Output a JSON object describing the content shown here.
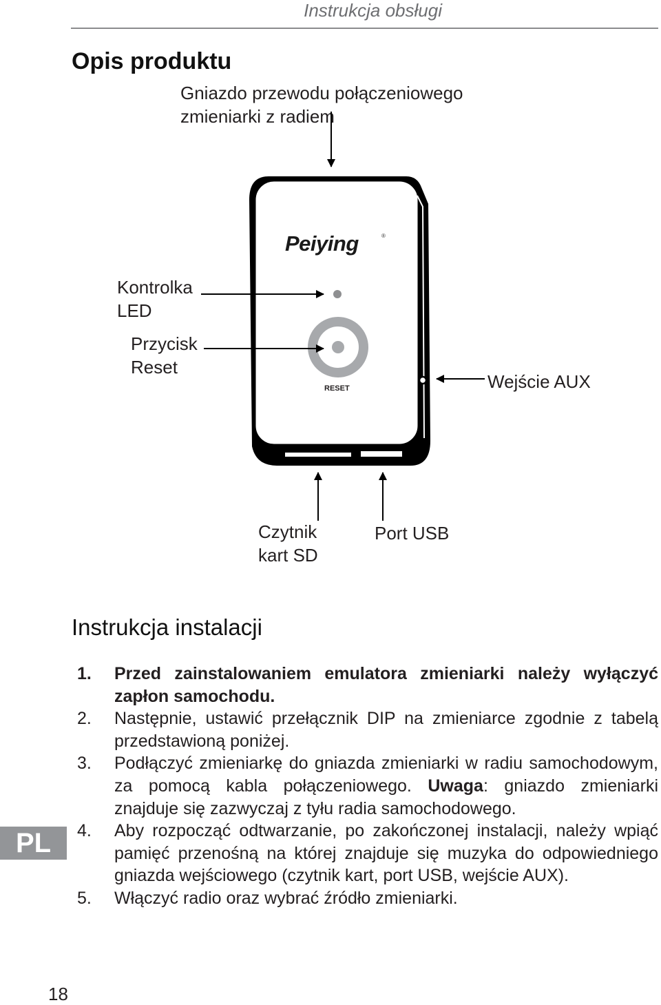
{
  "header": {
    "title": "Instrukcja obsługi"
  },
  "product": {
    "title": "Opis produktu",
    "callouts": {
      "changer_socket": [
        "Gniazdo przewodu połączeniowego",
        "zmieniarki z radiem"
      ],
      "led": [
        "Kontrolka",
        "LED"
      ],
      "reset": [
        "Przycisk",
        "Reset"
      ],
      "aux": "Wejście AUX",
      "sd": [
        "Czytnik",
        "kart SD"
      ],
      "usb": "Port USB"
    },
    "device": {
      "brand": "Peiying",
      "reset_label": "RESET"
    }
  },
  "install": {
    "title": "Instrukcja instalacji",
    "steps": [
      {
        "num": "1.",
        "text": "Przed zainstalowaniem emulatora zmieniarki należy wyłączyć zapłon samochodu."
      },
      {
        "num": "2.",
        "text": "Następnie, ustawić przełącznik DIP na zmieniarce zgodnie z tabelą przedstawioną poniżej."
      },
      {
        "num": "3.",
        "text": "Podłączyć zmieniarkę do gniazda zmieniarki w radiu samochodowym, za pomocą kabla połączeniowego.",
        "note_label": "Uwaga",
        "note_text": ": gniazdo zmieniarki znajduje się zazwyczaj z tyłu radia samochodowego."
      },
      {
        "num": "4.",
        "text": "Aby rozpocząć odtwarzanie, po zakończonej instalacji, należy wpiąć pamięć przenośną na której znajduje się muzyka do odpowiedniego gniazda wejściowego (czytnik kart, port USB, wejście AUX)."
      },
      {
        "num": "5.",
        "text": "Włączyć radio oraz wybrać źródło zmieniarki."
      }
    ]
  },
  "language_badge": "PL",
  "page_number": "18"
}
